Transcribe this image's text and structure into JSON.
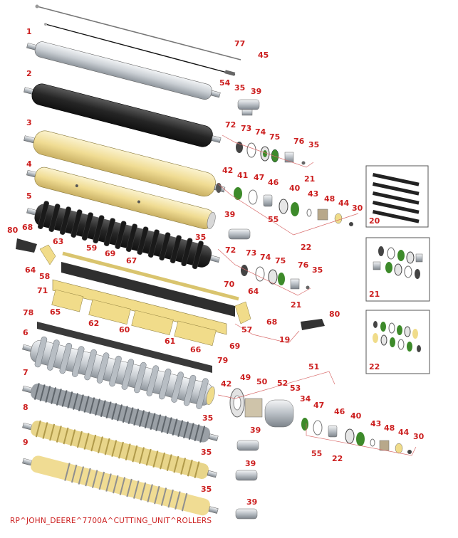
{
  "caption": "RP^JOHN_DEERE^7700A^CUTTING_UNIT^ROLLERS",
  "colors": {
    "label": "#cc1f1f",
    "leader": "#d86a6a",
    "roller_silver": "#cfd3d8",
    "roller_black": "#2b2b2b",
    "roller_yellow": "#f3e3a0",
    "scraper_yellow": "#f1dc8a",
    "washer_green": "#3d8a2a",
    "metal": "#bfc4c9"
  },
  "callouts": [
    {
      "name": "1",
      "text": "1"
    },
    {
      "name": "2",
      "text": "2"
    },
    {
      "name": "3",
      "text": "3"
    },
    {
      "name": "4",
      "text": "4"
    },
    {
      "name": "5",
      "text": "5"
    },
    {
      "name": "6",
      "text": "6"
    },
    {
      "name": "7",
      "text": "7"
    },
    {
      "name": "8",
      "text": "8"
    },
    {
      "name": "9",
      "text": "9"
    },
    {
      "name": "77",
      "text": "77"
    },
    {
      "name": "45",
      "text": "45"
    },
    {
      "name": "54",
      "text": "54"
    },
    {
      "name": "35a",
      "text": "35"
    },
    {
      "name": "39a",
      "text": "39"
    },
    {
      "name": "72a",
      "text": "72"
    },
    {
      "name": "73a",
      "text": "73"
    },
    {
      "name": "74a",
      "text": "74"
    },
    {
      "name": "75a",
      "text": "75"
    },
    {
      "name": "76a",
      "text": "76"
    },
    {
      "name": "35b",
      "text": "35"
    },
    {
      "name": "21a",
      "text": "21"
    },
    {
      "name": "42a",
      "text": "42"
    },
    {
      "name": "41",
      "text": "41"
    },
    {
      "name": "47a",
      "text": "47"
    },
    {
      "name": "46a",
      "text": "46"
    },
    {
      "name": "40a",
      "text": "40"
    },
    {
      "name": "43a",
      "text": "43"
    },
    {
      "name": "48a",
      "text": "48"
    },
    {
      "name": "44a",
      "text": "44"
    },
    {
      "name": "30a",
      "text": "30"
    },
    {
      "name": "55a",
      "text": "55"
    },
    {
      "name": "22a",
      "text": "22"
    },
    {
      "name": "39b",
      "text": "39"
    },
    {
      "name": "35c",
      "text": "35"
    },
    {
      "name": "72b",
      "text": "72"
    },
    {
      "name": "73b",
      "text": "73"
    },
    {
      "name": "74b",
      "text": "74"
    },
    {
      "name": "75b",
      "text": "75"
    },
    {
      "name": "76b",
      "text": "76"
    },
    {
      "name": "35d",
      "text": "35"
    },
    {
      "name": "21b",
      "text": "21"
    },
    {
      "name": "80a",
      "text": "80"
    },
    {
      "name": "68a",
      "text": "68"
    },
    {
      "name": "63",
      "text": "63"
    },
    {
      "name": "64a",
      "text": "64"
    },
    {
      "name": "58",
      "text": "58"
    },
    {
      "name": "59",
      "text": "59"
    },
    {
      "name": "69a",
      "text": "69"
    },
    {
      "name": "67",
      "text": "67"
    },
    {
      "name": "71",
      "text": "71"
    },
    {
      "name": "65",
      "text": "65"
    },
    {
      "name": "62",
      "text": "62"
    },
    {
      "name": "60",
      "text": "60"
    },
    {
      "name": "61",
      "text": "61"
    },
    {
      "name": "66",
      "text": "66"
    },
    {
      "name": "70",
      "text": "70"
    },
    {
      "name": "64b",
      "text": "64"
    },
    {
      "name": "57",
      "text": "57"
    },
    {
      "name": "68b",
      "text": "68"
    },
    {
      "name": "69b",
      "text": "69"
    },
    {
      "name": "19",
      "text": "19"
    },
    {
      "name": "80b",
      "text": "80"
    },
    {
      "name": "78",
      "text": "78"
    },
    {
      "name": "79",
      "text": "79"
    },
    {
      "name": "42b",
      "text": "42"
    },
    {
      "name": "49",
      "text": "49"
    },
    {
      "name": "50",
      "text": "50"
    },
    {
      "name": "51",
      "text": "51"
    },
    {
      "name": "52",
      "text": "52"
    },
    {
      "name": "53",
      "text": "53"
    },
    {
      "name": "34",
      "text": "34"
    },
    {
      "name": "47b",
      "text": "47"
    },
    {
      "name": "46b",
      "text": "46"
    },
    {
      "name": "40b",
      "text": "40"
    },
    {
      "name": "43b",
      "text": "43"
    },
    {
      "name": "48b",
      "text": "48"
    },
    {
      "name": "44b",
      "text": "44"
    },
    {
      "name": "30b",
      "text": "30"
    },
    {
      "name": "55b",
      "text": "55"
    },
    {
      "name": "22b",
      "text": "22"
    },
    {
      "name": "35e",
      "text": "35"
    },
    {
      "name": "39c",
      "text": "39"
    },
    {
      "name": "35f",
      "text": "35"
    },
    {
      "name": "39d",
      "text": "39"
    },
    {
      "name": "35g",
      "text": "35"
    },
    {
      "name": "39e",
      "text": "39"
    },
    {
      "name": "inset20",
      "text": "20"
    },
    {
      "name": "inset21",
      "text": "21"
    },
    {
      "name": "inset22",
      "text": "22"
    }
  ]
}
